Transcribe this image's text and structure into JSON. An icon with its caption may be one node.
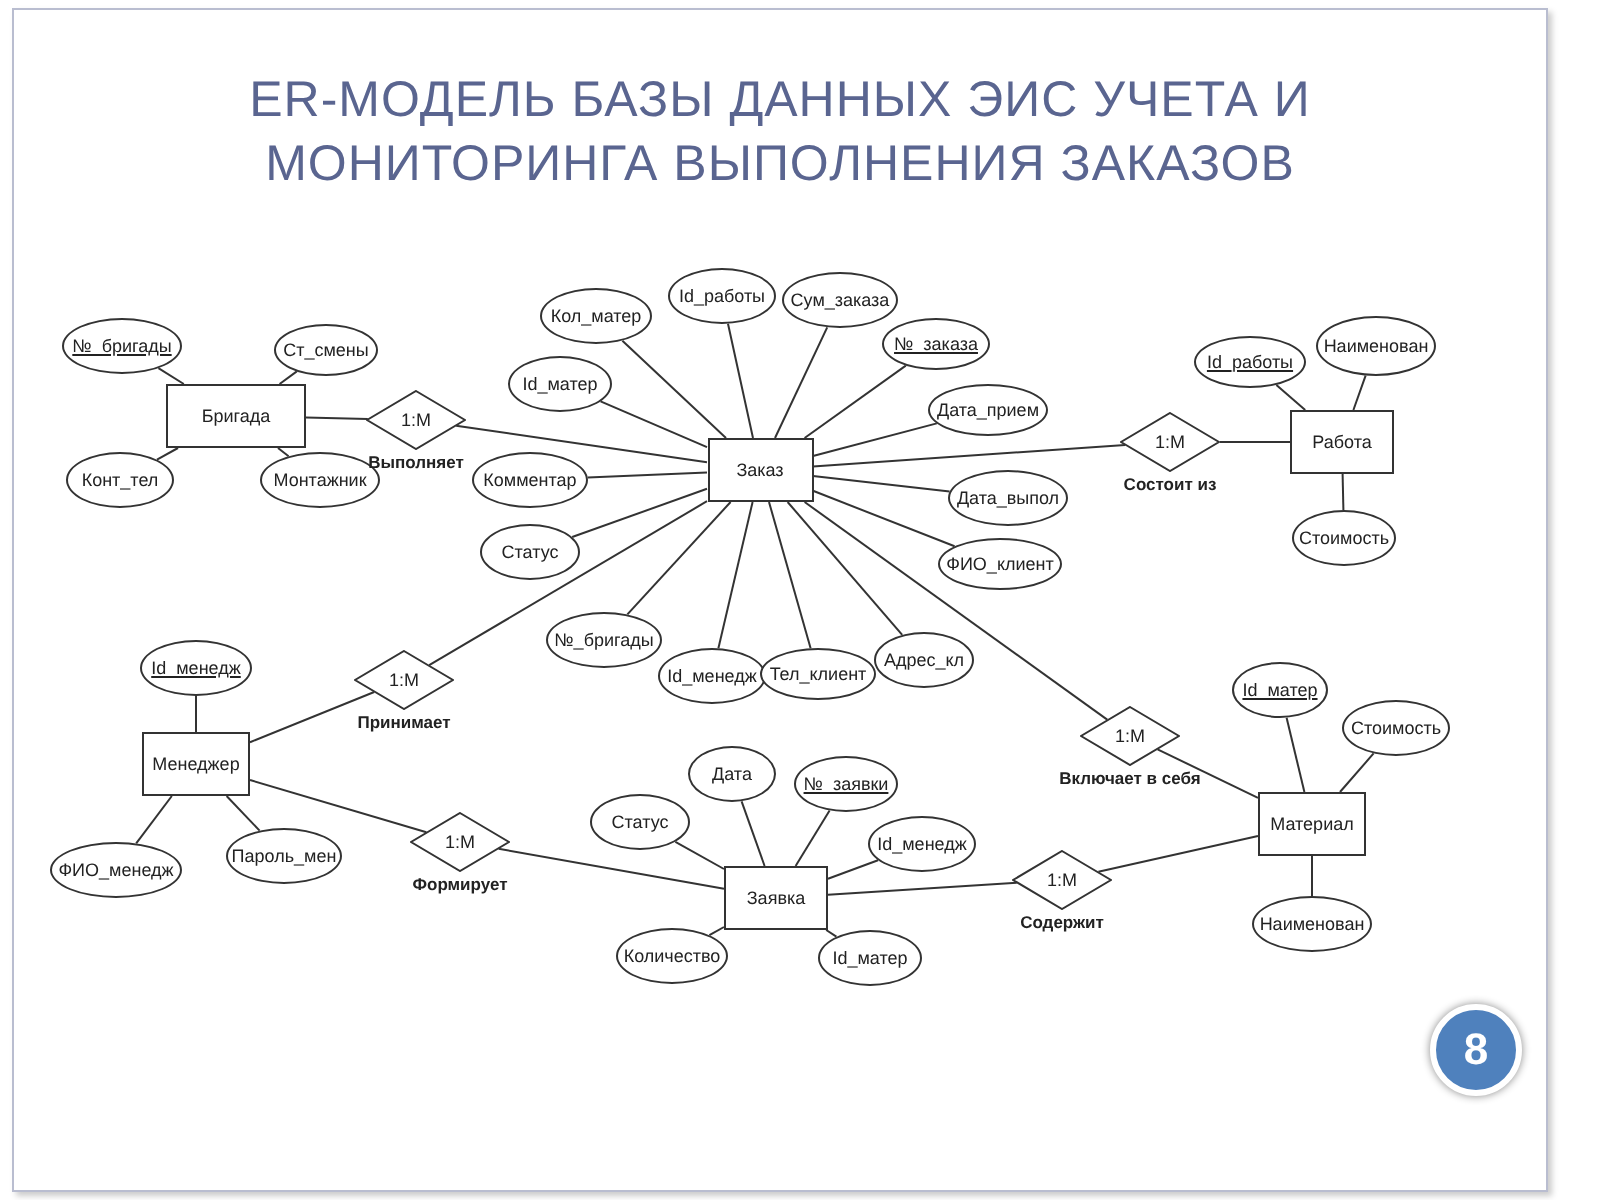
{
  "diagram": {
    "title": "ER-МОДЕЛЬ БАЗЫ ДАННЫХ ЭИС УЧЕТА И МОНИТОРИНГА ВЫПОЛНЕНИЯ ЗАКАЗОВ",
    "nodes": [
      {
        "text": [
          "Бригада"
        ]
      },
      {
        "text": [
          "№_бригады"
        ]
      },
      {
        "text": [
          "Ст_смены"
        ]
      },
      {
        "text": [
          "Конт_тел"
        ]
      },
      {
        "text": [
          "Монтажник"
        ]
      },
      {
        "text": [
          "1:M"
        ],
        "beside": [
          "Выполняет"
        ]
      },
      {
        "text": [
          "Заказ"
        ]
      },
      {
        "text": [
          "Кол_матер"
        ]
      },
      {
        "text": [
          "Id_работы"
        ]
      },
      {
        "text": [
          "Сум_заказа"
        ]
      },
      {
        "text": [
          "№_заказа"
        ]
      },
      {
        "text": [
          "Id_матер"
        ]
      },
      {
        "text": [
          "Дата_прием"
        ]
      },
      {
        "text": [
          "Комментар"
        ]
      },
      {
        "text": [
          "Дата_выпол"
        ]
      },
      {
        "text": [
          "Статус"
        ]
      },
      {
        "text": [
          "ФИО_клиент"
        ]
      },
      {
        "text": [
          "№_бригады"
        ]
      },
      {
        "text": [
          "Id_менедж"
        ]
      },
      {
        "text": [
          "Тел_клиент"
        ]
      },
      {
        "text": [
          "Адрес_кл"
        ]
      },
      {
        "text": [
          "1:M"
        ],
        "beside": [
          "Состоит из"
        ]
      },
      {
        "text": [
          "Работа"
        ]
      },
      {
        "text": [
          "Id_работы"
        ]
      },
      {
        "text": [
          "Наименован"
        ]
      },
      {
        "text": [
          "Стоимость"
        ]
      },
      {
        "text": [
          "Менеджер"
        ]
      },
      {
        "text": [
          "Id_менедж"
        ]
      },
      {
        "text": [
          "ФИО_менедж"
        ]
      },
      {
        "text": [
          "Пароль_мен"
        ]
      },
      {
        "text": [
          "1:M"
        ],
        "beside": [
          "Принимает"
        ]
      },
      {
        "text": [
          "1:M"
        ],
        "beside": [
          "Формирует"
        ]
      },
      {
        "text": [
          "1:M"
        ],
        "beside": [
          "Включает в себя"
        ]
      },
      {
        "text": [
          "Материал"
        ]
      },
      {
        "text": [
          "Id_матер"
        ]
      },
      {
        "text": [
          "Стоимость"
        ]
      },
      {
        "text": [
          "Наименован"
        ]
      },
      {
        "text": [
          "Заявка"
        ]
      },
      {
        "text": [
          "Дата"
        ]
      },
      {
        "text": [
          "№_заявки"
        ]
      },
      {
        "text": [
          "Статус"
        ]
      },
      {
        "text": [
          "Id_менедж"
        ]
      },
      {
        "text": [
          "Количество"
        ]
      },
      {
        "text": [
          "Id_матер"
        ]
      },
      {
        "text": [
          "1:M"
        ],
        "beside": [
          "Содержит"
        ]
      },
      {
        "text": [
          "8"
        ]
      }
    ],
    "edges": [
      {
        "from": 0,
        "to": 1,
        "arrow": "none"
      },
      {
        "from": 0,
        "to": 2,
        "arrow": "none"
      },
      {
        "from": 0,
        "to": 3,
        "arrow": "none"
      },
      {
        "from": 0,
        "to": 4,
        "arrow": "none"
      },
      {
        "from": 0,
        "to": 5,
        "arrow": "none"
      },
      {
        "from": 5,
        "to": 6,
        "arrow": "none"
      },
      {
        "from": 6,
        "to": 7,
        "arrow": "none"
      },
      {
        "from": 6,
        "to": 8,
        "arrow": "none"
      },
      {
        "from": 6,
        "to": 9,
        "arrow": "none"
      },
      {
        "from": 6,
        "to": 10,
        "arrow": "none"
      },
      {
        "from": 6,
        "to": 11,
        "arrow": "none"
      },
      {
        "from": 6,
        "to": 12,
        "arrow": "none"
      },
      {
        "from": 6,
        "to": 13,
        "arrow": "none"
      },
      {
        "from": 6,
        "to": 14,
        "arrow": "none"
      },
      {
        "from": 6,
        "to": 15,
        "arrow": "none"
      },
      {
        "from": 6,
        "to": 16,
        "arrow": "none"
      },
      {
        "from": 6,
        "to": 17,
        "arrow": "none"
      },
      {
        "from": 6,
        "to": 18,
        "arrow": "none"
      },
      {
        "from": 6,
        "to": 19,
        "arrow": "none"
      },
      {
        "from": 6,
        "to": 20,
        "arrow": "none"
      },
      {
        "from": 6,
        "to": 21,
        "arrow": "none"
      },
      {
        "from": 21,
        "to": 22,
        "arrow": "none"
      },
      {
        "from": 22,
        "to": 23,
        "arrow": "none"
      },
      {
        "from": 22,
        "to": 24,
        "arrow": "none"
      },
      {
        "from": 22,
        "to": 25,
        "arrow": "none"
      },
      {
        "from": 26,
        "to": 27,
        "arrow": "none"
      },
      {
        "from": 26,
        "to": 28,
        "arrow": "none"
      },
      {
        "from": 26,
        "to": 29,
        "arrow": "none"
      },
      {
        "from": 26,
        "to": 30,
        "arrow": "none"
      },
      {
        "from": 30,
        "to": 6,
        "arrow": "none"
      },
      {
        "from": 26,
        "to": 31,
        "arrow": "none"
      },
      {
        "from": 31,
        "to": 37,
        "arrow": "none"
      },
      {
        "from": 6,
        "to": 32,
        "arrow": "none"
      },
      {
        "from": 32,
        "to": 33,
        "arrow": "none"
      },
      {
        "from": 33,
        "to": 34,
        "arrow": "none"
      },
      {
        "from": 33,
        "to": 35,
        "arrow": "none"
      },
      {
        "from": 33,
        "to": 36,
        "arrow": "none"
      },
      {
        "from": 37,
        "to": 38,
        "arrow": "none"
      },
      {
        "from": 37,
        "to": 39,
        "arrow": "none"
      },
      {
        "from": 37,
        "to": 40,
        "arrow": "none"
      },
      {
        "from": 37,
        "to": 41,
        "arrow": "none"
      },
      {
        "from": 37,
        "to": 42,
        "arrow": "none"
      },
      {
        "from": 37,
        "to": 43,
        "arrow": "none"
      },
      {
        "from": 37,
        "to": 44,
        "arrow": "none"
      },
      {
        "from": 44,
        "to": 33,
        "arrow": "none"
      }
    ]
  }
}
